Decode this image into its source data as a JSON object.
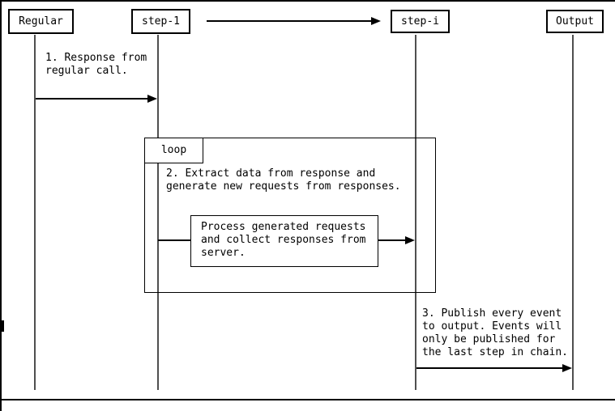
{
  "diagram": {
    "type": "sequence-diagram",
    "participants": [
      {
        "id": "regular",
        "label": "Regular"
      },
      {
        "id": "step-1",
        "label": "step-1"
      },
      {
        "id": "step-i",
        "label": "step-i"
      },
      {
        "id": "output",
        "label": "Output"
      }
    ],
    "loop_label": "loop",
    "messages": [
      {
        "name": "response-from-regular",
        "from": "Regular",
        "to": "step-1",
        "text": "1. Response from\nregular call."
      },
      {
        "name": "extract-data",
        "from": "step-1",
        "to": "step-1",
        "text": "2. Extract data from response and\ngenerate new requests from responses."
      },
      {
        "name": "process-requests",
        "from": "step-1",
        "to": "step-i",
        "text": "Process generated requests\nand collect responses from\nserver."
      },
      {
        "name": "publish-events",
        "from": "step-i",
        "to": "Output",
        "text": "3. Publish every event\nto output. Events will\nonly be published for\nthe last step in chain."
      }
    ],
    "colors": {
      "background": "#ffffff",
      "ink": "#000000",
      "lifeline": "#4f4f4f"
    }
  }
}
